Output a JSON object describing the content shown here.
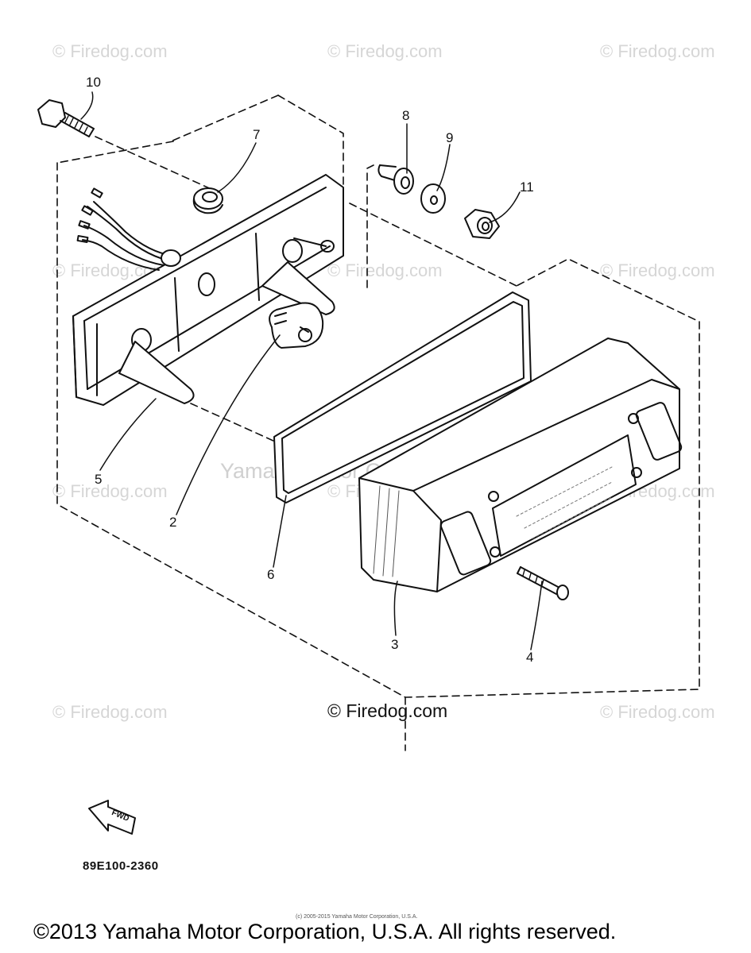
{
  "watermark": "© Firedog.com",
  "center_watermark": "Yamaha Motor Corp, U.S.A.",
  "credit": "© Firedog.com",
  "callouts": {
    "p1": "10",
    "p2": "7",
    "p3": "8",
    "p4": "9",
    "p5": "11",
    "p6": "5",
    "p7": "2",
    "p8": "6",
    "p9": "3",
    "p10": "4"
  },
  "fwd_label": "FWD",
  "part_code": "89E100-2360",
  "fine_copyright": "(c) 2005-2015 Yamaha Motor Corporation, U.S.A.",
  "copyright": "©2013 Yamaha Motor Corporation, U.S.A. All rights reserved."
}
